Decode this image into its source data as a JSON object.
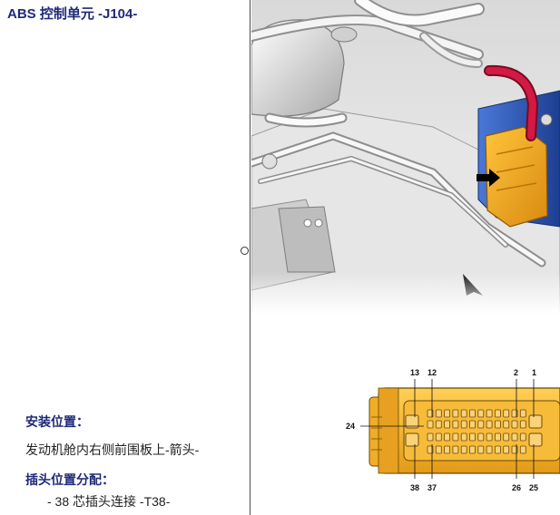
{
  "title": "ABS 控制单元 -J104-",
  "install": {
    "heading": "安装位置：",
    "text": "发动机舱内右侧前围板上-箭头-"
  },
  "plug": {
    "heading": "插头位置分配：",
    "items": [
      "- 38 芯插头连接 -T38-"
    ]
  },
  "connector": {
    "pins": {
      "top": [
        "13",
        "12",
        "2",
        "1"
      ],
      "side": "24",
      "bottom": [
        "38",
        "37",
        "26",
        "25"
      ]
    },
    "housing_color": "#f4a91e"
  },
  "colors": {
    "title": "#1f2a78",
    "abs_module": "#2f5fc4",
    "plug_housing": "#e9a524",
    "cable": "#c9143a"
  }
}
